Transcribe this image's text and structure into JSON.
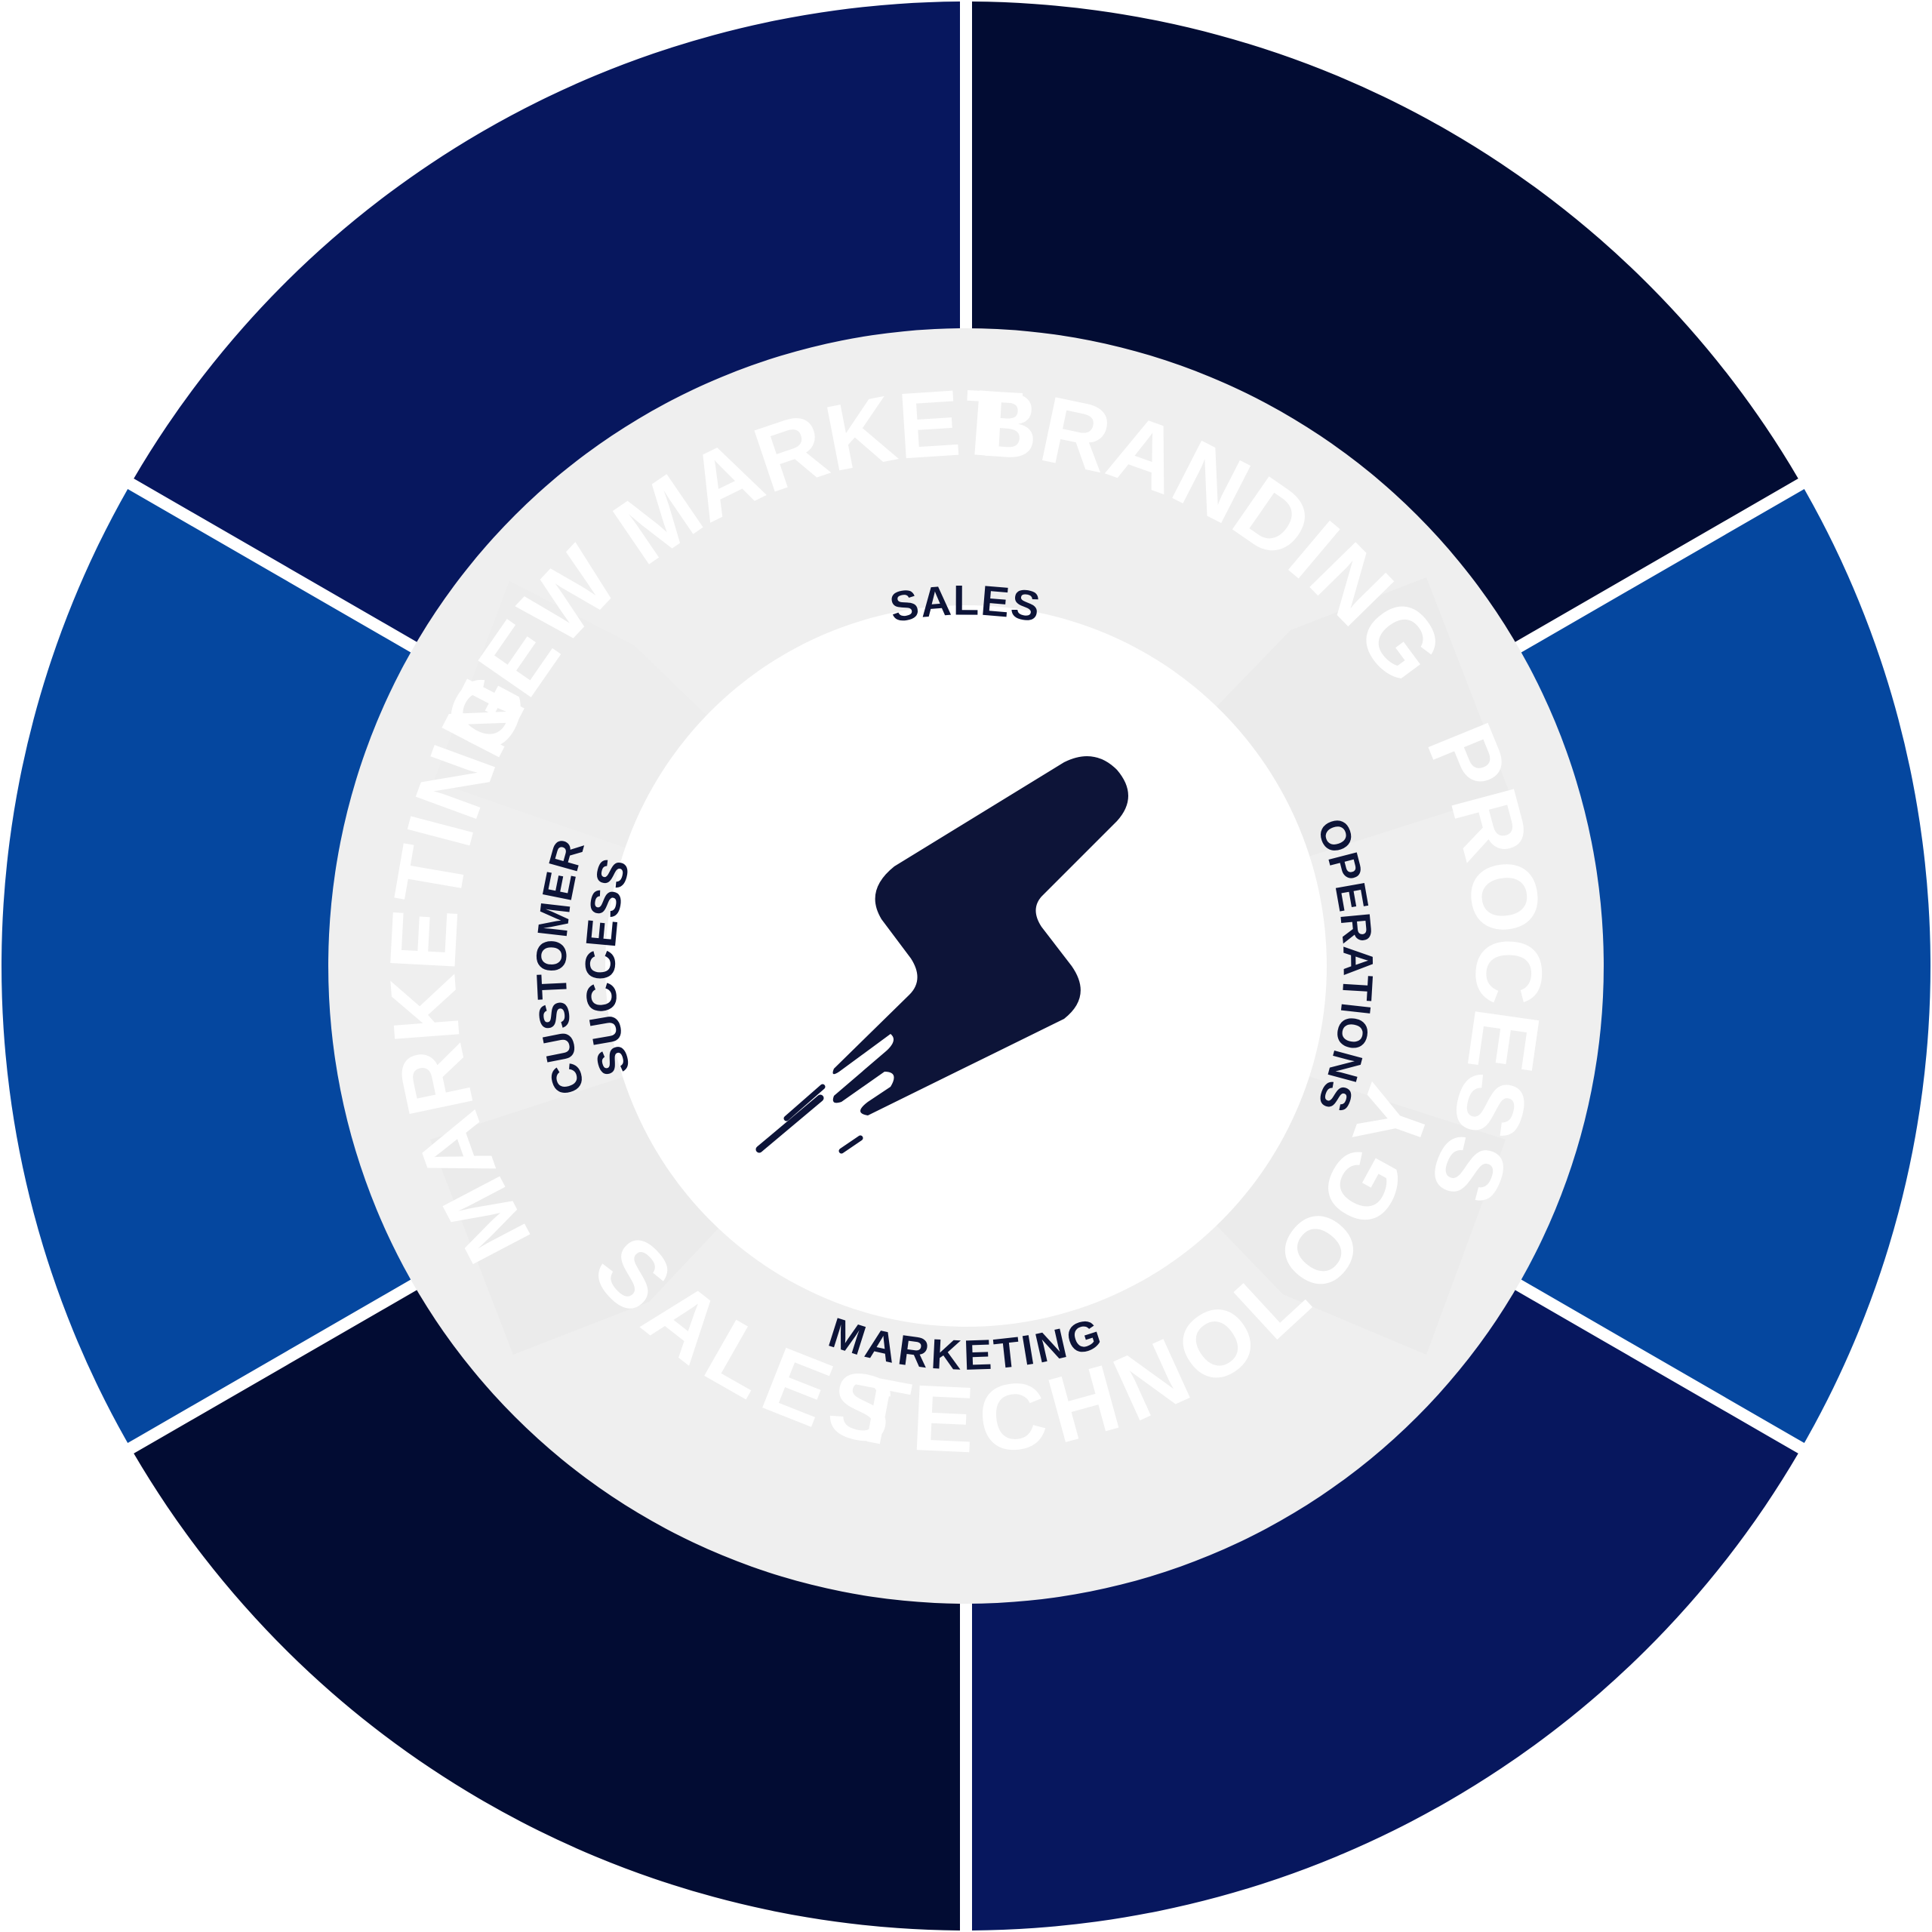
{
  "outer_segments": [
    {
      "key": "branding",
      "label": "BRANDING",
      "color": "#020c33"
    },
    {
      "key": "process",
      "label": "PROCESS",
      "color": "#05479f"
    },
    {
      "key": "technology",
      "label": "TECHNOLOGY",
      "color": "#07175e"
    },
    {
      "key": "sales",
      "label": "SALES",
      "color": "#020c33"
    },
    {
      "key": "marketing",
      "label": "MARKETING",
      "color": "#05479f"
    },
    {
      "key": "new_market",
      "label": "NEW MARKET",
      "color": "#07175e"
    }
  ],
  "inner_labels": {
    "top": "SALES",
    "right": "OPERATIONS",
    "bottom": "MARKETING",
    "left_line1": "CUSTOMER",
    "left_line2": "SUCCESS"
  },
  "colors": {
    "inner_ring": "#efefef",
    "inner_ring_shade": "#e6e6e6",
    "center": "#ffffff",
    "logo": "#0d1438",
    "inner_text": "#0d1438",
    "outer_text": "#ffffff"
  },
  "logo": {
    "icon": "lightning-bolt-logo-icon"
  }
}
